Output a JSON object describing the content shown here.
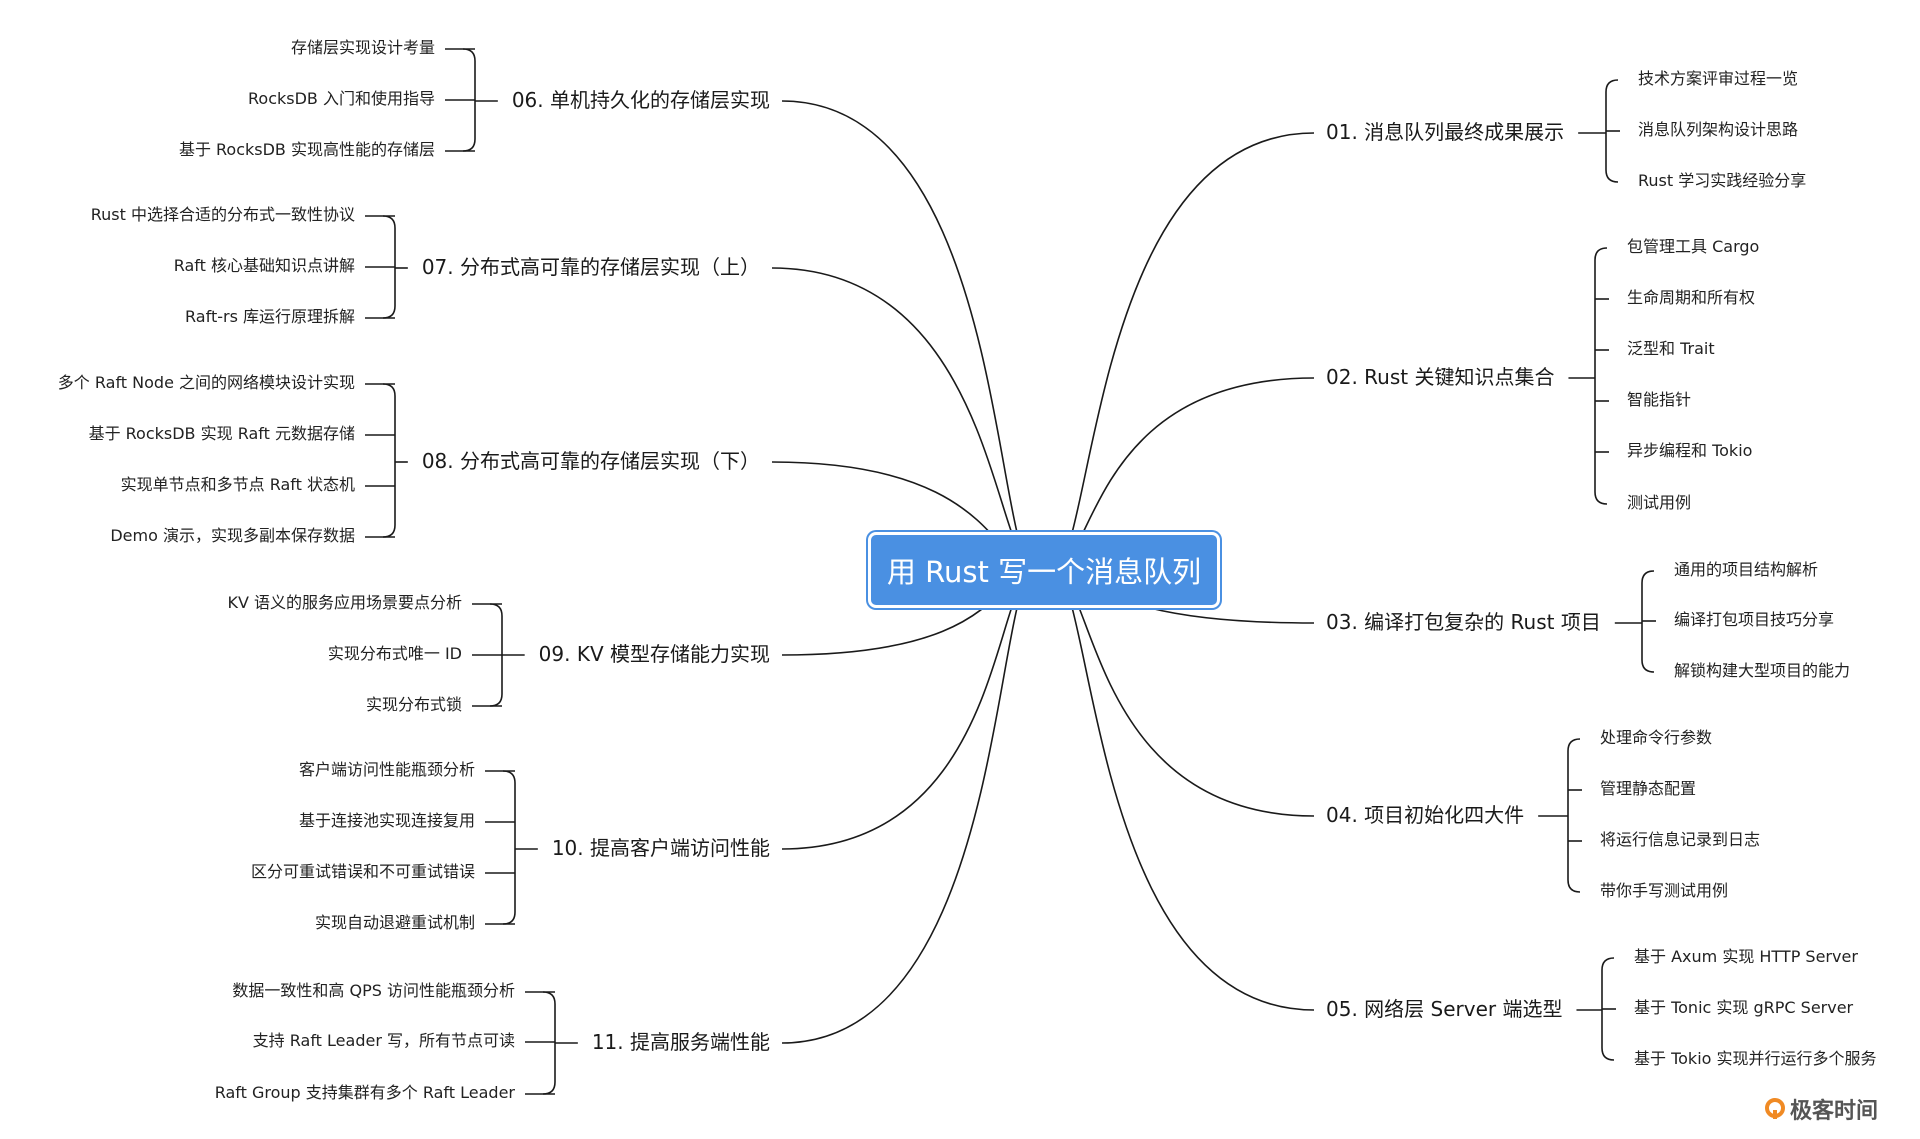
{
  "center": {
    "title": "用 Rust 写一个消息队列"
  },
  "colors": {
    "accent": "#4a90e2",
    "line": "#1a1a1a",
    "logo": "#f08a24"
  },
  "branches_right": [
    {
      "label": "01. 消息队列最终成果展示",
      "children": [
        "技术方案评审过程一览",
        "消息队列架构设计思路",
        "Rust 学习实践经验分享"
      ]
    },
    {
      "label": "02. Rust 关键知识点集合",
      "children": [
        "包管理工具 Cargo",
        "生命周期和所有权",
        "泛型和 Trait",
        "智能指针",
        "异步编程和 Tokio",
        "测试用例"
      ]
    },
    {
      "label": "03. 编译打包复杂的 Rust 项目",
      "children": [
        "通用的项目结构解析",
        "编译打包项目技巧分享",
        "解锁构建大型项目的能力"
      ]
    },
    {
      "label": "04. 项目初始化四大件",
      "children": [
        "处理命令行参数",
        "管理静态配置",
        "将运行信息记录到日志",
        "带你手写测试用例"
      ]
    },
    {
      "label": "05. 网络层 Server 端选型",
      "children": [
        "基于 Axum 实现 HTTP Server",
        "基于 Tonic 实现 gRPC Server",
        "基于 Tokio 实现并行运行多个服务"
      ]
    }
  ],
  "branches_left": [
    {
      "label": "06. 单机持久化的存储层实现",
      "children": [
        "存储层实现设计考量",
        "RocksDB 入门和使用指导",
        "基于 RocksDB 实现高性能的存储层"
      ]
    },
    {
      "label": "07. 分布式高可靠的存储层实现（上）",
      "children": [
        "Rust 中选择合适的分布式一致性协议",
        "Raft 核心基础知识点讲解",
        "Raft-rs 库运行原理拆解"
      ]
    },
    {
      "label": "08. 分布式高可靠的存储层实现（下）",
      "children": [
        "多个 Raft Node 之间的网络模块设计实现",
        "基于 RocksDB 实现 Raft 元数据存储",
        "实现单节点和多节点 Raft 状态机",
        "Demo 演示，实现多副本保存数据"
      ]
    },
    {
      "label": "09. KV 模型存储能力实现",
      "children": [
        "KV 语义的服务应用场景要点分析",
        "实现分布式唯一 ID",
        "实现分布式锁"
      ]
    },
    {
      "label": "10. 提高客户端访问性能",
      "children": [
        "客户端访问性能瓶颈分析",
        "基于连接池实现连接复用",
        "区分可重试错误和不可重试错误",
        "实现自动退避重试机制"
      ]
    },
    {
      "label": "11. 提高服务端性能",
      "children": [
        "数据一致性和高 QPS 访问性能瓶颈分析",
        "支持 Raft Leader 写，所有节点可读",
        "Raft Group 支持集群有多个 Raft Leader"
      ]
    }
  ],
  "logo": {
    "text": "极客时间"
  }
}
